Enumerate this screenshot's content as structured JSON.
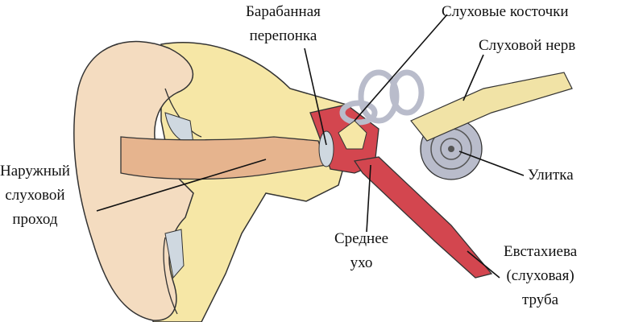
{
  "title": "Строение уха",
  "labels": {
    "eardrum": [
      "Барабанная",
      "перепонка"
    ],
    "ossicles": "Слуховые косточки",
    "nerve": "Слуховой нерв",
    "cochlea": "Улитка",
    "canal": [
      "Наружный",
      "слуховой",
      "проход"
    ],
    "middle_ear": [
      "Среднее",
      "ухо"
    ],
    "eustachian": [
      "Евстахиева",
      "(слуховая)",
      "труба"
    ]
  },
  "colors": {
    "skin": "#f4dcc0",
    "bone": "#f6e7a6",
    "canal": "#e6b48e",
    "middle_ear": "#d3464f",
    "inner_ear": "#b9bccb",
    "nerve": "#f1e3a6"
  }
}
